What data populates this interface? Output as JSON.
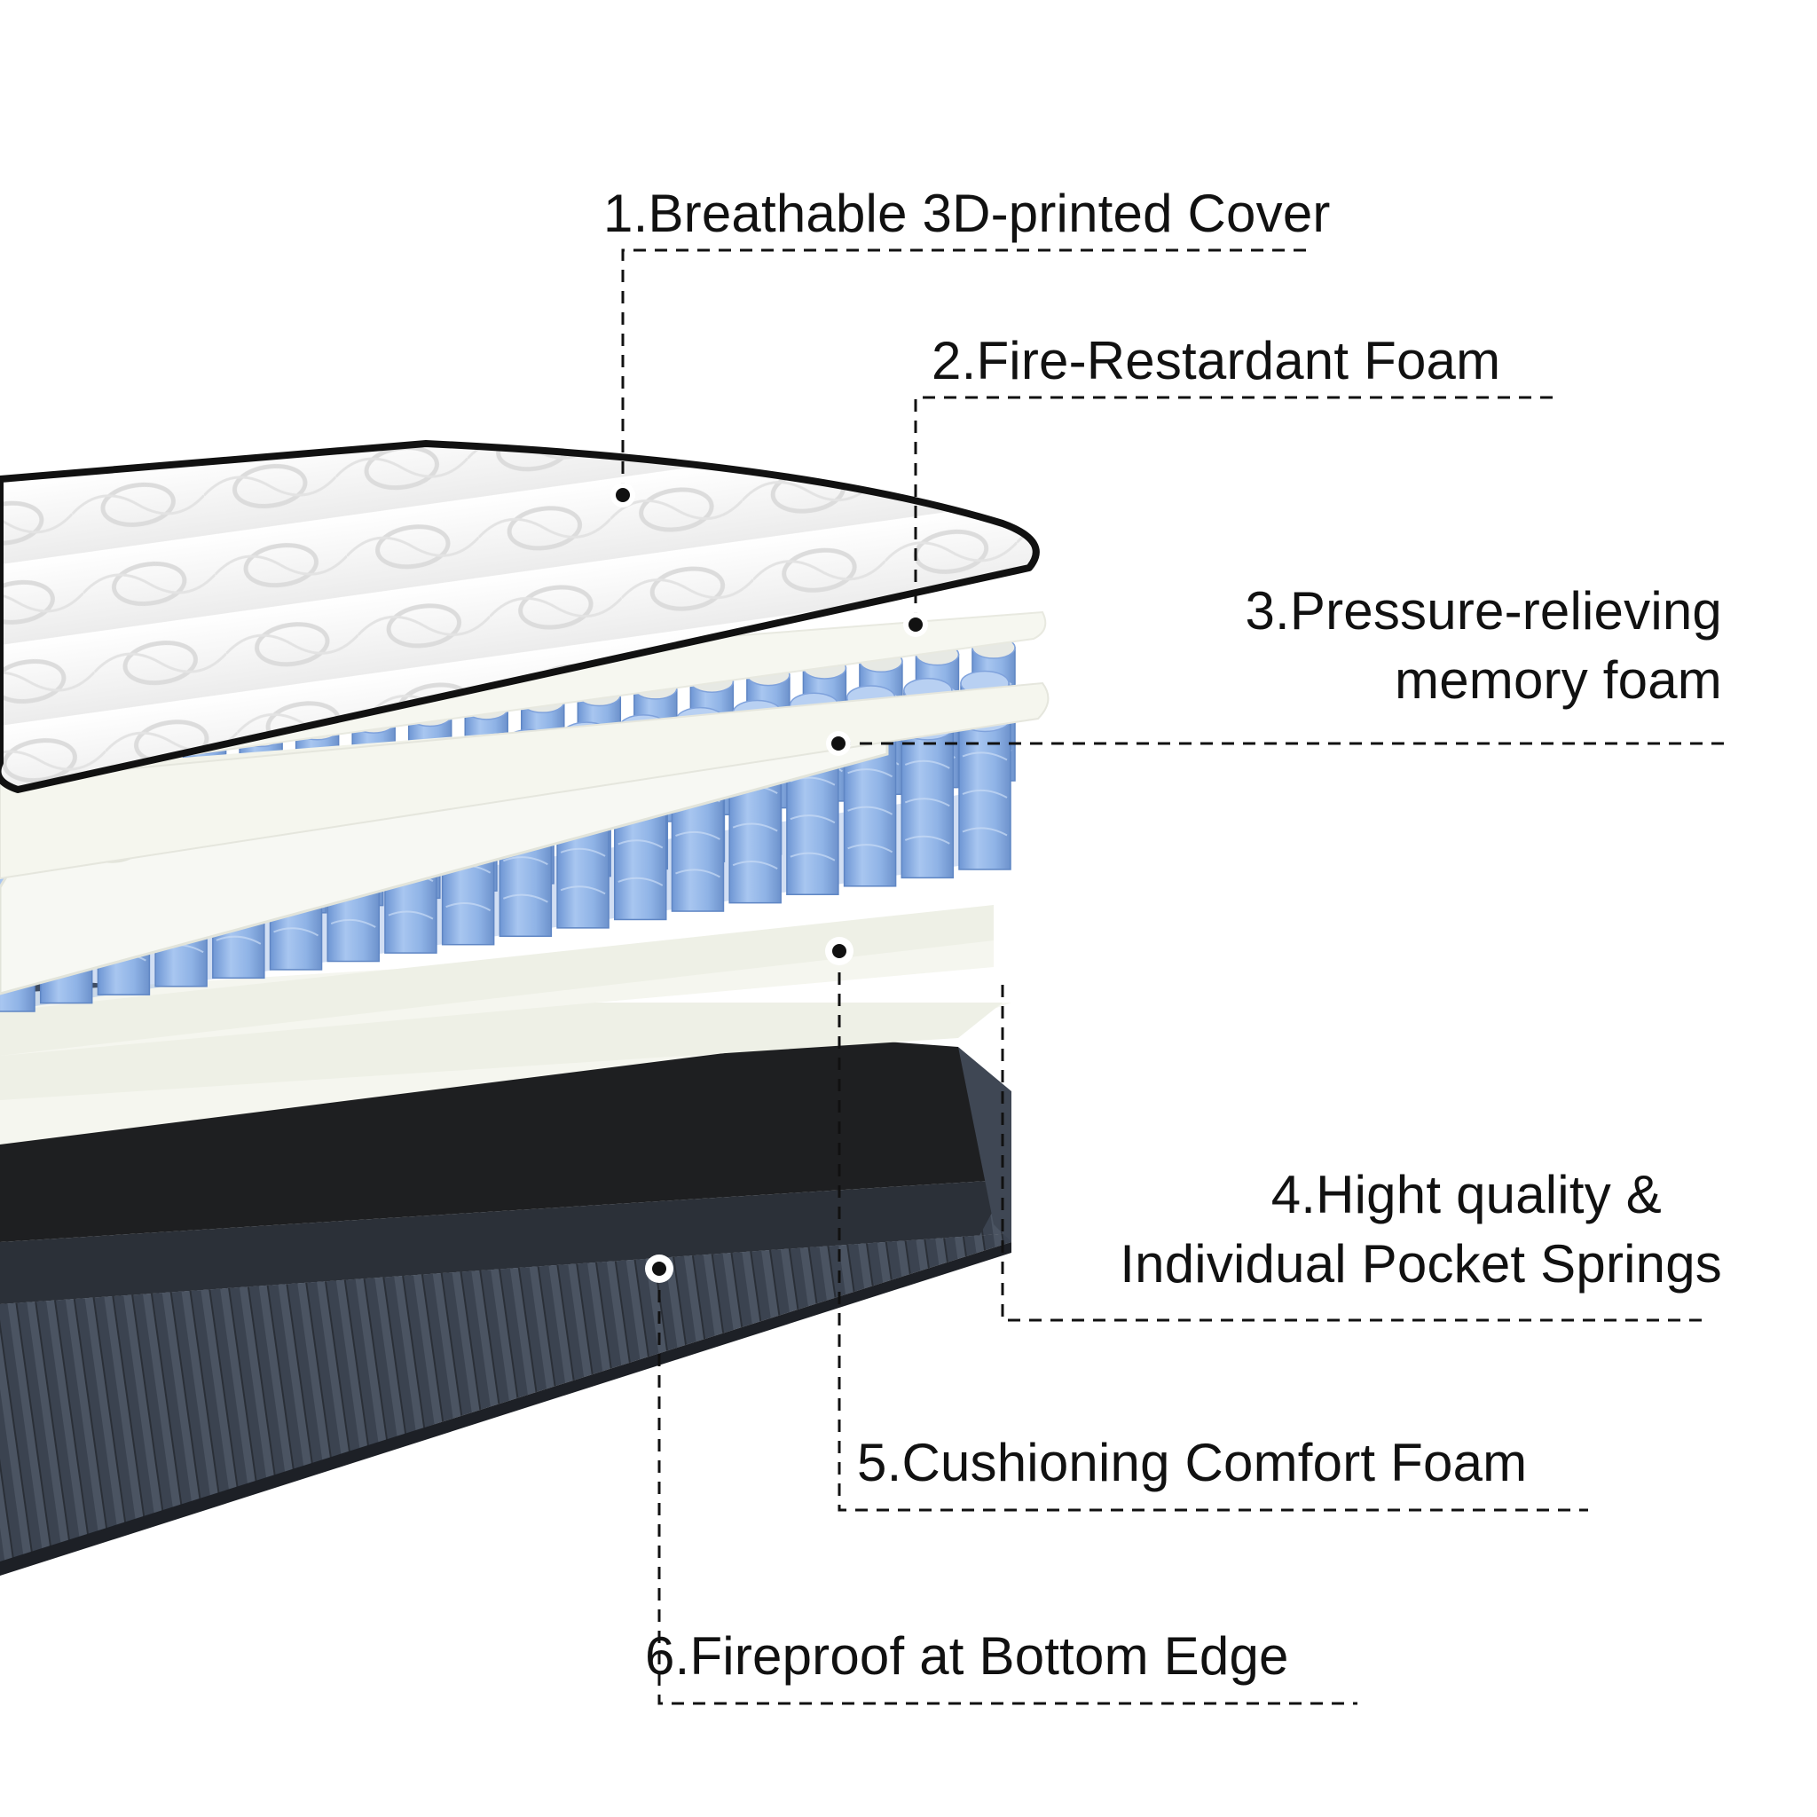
{
  "colors": {
    "background": "#ffffff",
    "cover_top": "#f4f4f4",
    "cover_border": "#111111",
    "foam_layer": "#f6f7f2",
    "springs": "#8fb3e6",
    "spring_highlight": "#b8d0f2",
    "base_fabric": "#3a414c",
    "base_top": "#1e1f21",
    "leader_line": "#111111"
  },
  "icons": {
    "marker": "dot-marker-icon",
    "mattress": "mattress-exploded-illustration"
  },
  "layers": [
    {
      "number": "1",
      "label": "1.Breathable 3D-printed Cover",
      "lines": [
        "1.Breathable 3D-printed Cover"
      ]
    },
    {
      "number": "2",
      "label": "2.Fire-Restardant Foam",
      "lines": [
        "2.Fire-Restardant Foam"
      ]
    },
    {
      "number": "3",
      "label": "3.Pressure-relieving memory foam",
      "lines": [
        "3.Pressure-relieving",
        "memory foam"
      ]
    },
    {
      "number": "4",
      "label": "4.Hight quality & Individual Pocket Springs",
      "lines": [
        "4.Hight quality &",
        "Individual Pocket Springs"
      ]
    },
    {
      "number": "5",
      "label": "5.Cushioning Comfort Foam",
      "lines": [
        "5.Cushioning Comfort Foam"
      ]
    },
    {
      "number": "6",
      "label": "6.Fireproof at Bottom Edge",
      "lines": [
        "6.Fireproof at Bottom Edge"
      ]
    }
  ]
}
